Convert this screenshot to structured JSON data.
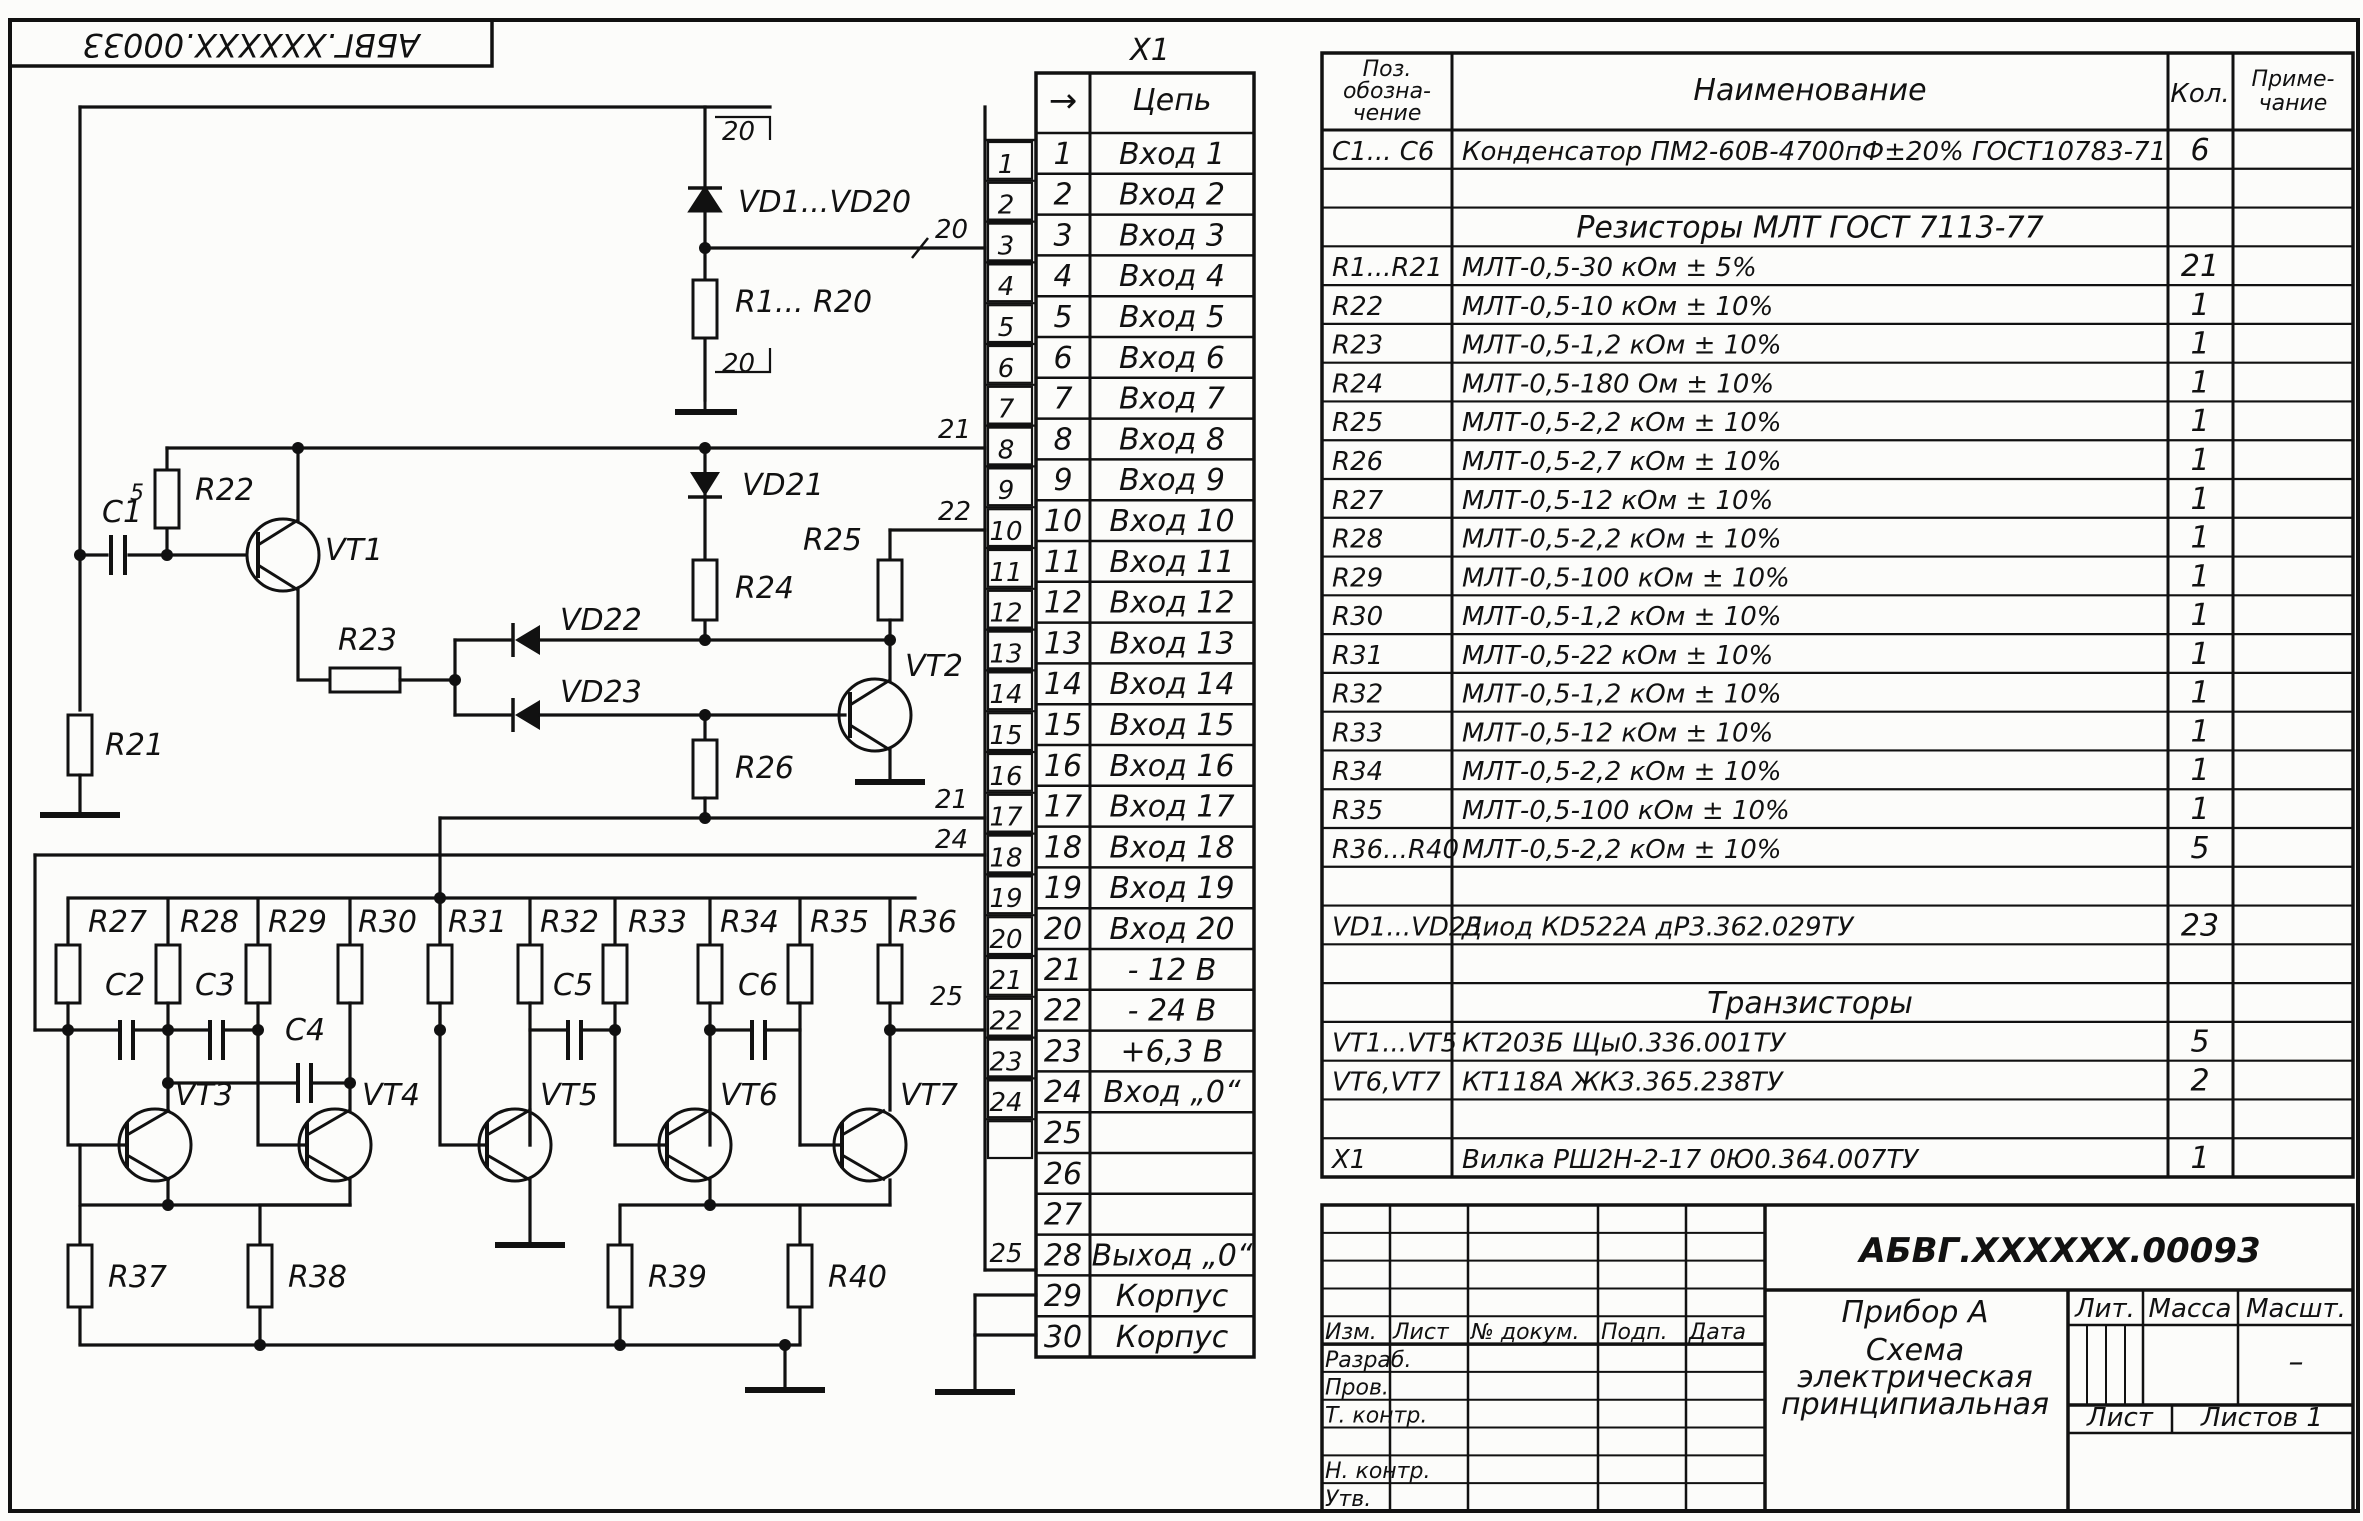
{
  "stamp_code": "АБВГ.XXXXXX.00033",
  "connector": {
    "title": "X1",
    "header_arrow": "→",
    "header_label": "Цепь",
    "rows": [
      {
        "n": "1",
        "label": "Вход 1"
      },
      {
        "n": "2",
        "label": "Вход 2"
      },
      {
        "n": "3",
        "label": "Вход 3"
      },
      {
        "n": "4",
        "label": "Вход 4"
      },
      {
        "n": "5",
        "label": "Вход 5"
      },
      {
        "n": "6",
        "label": "Вход 6"
      },
      {
        "n": "7",
        "label": "Вход 7"
      },
      {
        "n": "8",
        "label": "Вход 8"
      },
      {
        "n": "9",
        "label": "Вход 9"
      },
      {
        "n": "10",
        "label": "Вход 10"
      },
      {
        "n": "11",
        "label": "Вход 11"
      },
      {
        "n": "12",
        "label": "Вход 12"
      },
      {
        "n": "13",
        "label": "Вход 13"
      },
      {
        "n": "14",
        "label": "Вход 14"
      },
      {
        "n": "15",
        "label": "Вход 15"
      },
      {
        "n": "16",
        "label": "Вход 16"
      },
      {
        "n": "17",
        "label": "Вход 17"
      },
      {
        "n": "18",
        "label": "Вход 18"
      },
      {
        "n": "19",
        "label": "Вход 19"
      },
      {
        "n": "20",
        "label": "Вход 20"
      },
      {
        "n": "21",
        "label": "- 12 В"
      },
      {
        "n": "22",
        "label": "- 24 В"
      },
      {
        "n": "23",
        "label": "+6,3 В"
      },
      {
        "n": "24",
        "label": "Вход „0“"
      },
      {
        "n": "25",
        "label": ""
      },
      {
        "n": "26",
        "label": ""
      },
      {
        "n": "27",
        "label": ""
      },
      {
        "n": "28",
        "label": "Выход „0“"
      },
      {
        "n": "29",
        "label": "Корпус"
      },
      {
        "n": "30",
        "label": "Корпус"
      }
    ]
  },
  "bus_numbers": [
    "1",
    "2",
    "3",
    "4",
    "5",
    "6",
    "7",
    "8",
    "9",
    "10",
    "11",
    "12",
    "13",
    "14",
    "15",
    "16",
    "17",
    "18",
    "19",
    "20",
    "21",
    "22",
    "23",
    "24",
    "25"
  ],
  "schematic": {
    "labels": {
      "vd1": "VD1...VD20",
      "r1": "R1... R20",
      "n20a": "20",
      "n20b": "20",
      "n20c": "20",
      "vd21": "VD21",
      "vd22": "VD22",
      "vd23": "VD23",
      "r21": "R21",
      "r22": "R22",
      "r23": "R23",
      "r24": "R24",
      "r25": "R25",
      "r26": "R26",
      "c1": "C1",
      "c1sup": "5",
      "vt1": "VT1",
      "vt2": "VT2",
      "net21a": "21",
      "net22": "22",
      "net21b": "21",
      "net24": "24",
      "net25": "25",
      "r27": "R27",
      "r28": "R28",
      "r29": "R29",
      "r30": "R30",
      "r31": "R31",
      "r32": "R32",
      "r33": "R33",
      "r34": "R34",
      "r35": "R35",
      "r36": "R36",
      "c2": "C2",
      "c3": "C3",
      "c4": "C4",
      "c5": "C5",
      "c6": "C6",
      "vt3": "VT3",
      "vt4": "VT4",
      "vt5": "VT5",
      "vt6": "VT6",
      "vt7": "VT7",
      "r37": "R37",
      "r38": "R38",
      "r39": "R39",
      "r40": "R40"
    }
  },
  "bom": {
    "headers": {
      "pos": "Поз. обозна- чение",
      "name": "Наименование",
      "qty": "Кол.",
      "note": "Приме- чание"
    },
    "pos_lines": [
      "Поз.",
      "обозна-",
      "чение"
    ],
    "note_lines": [
      "Приме-",
      "чание"
    ],
    "rows": [
      {
        "pos": "C1... C6",
        "name": "Конденсатор ПМ2-60В-4700пФ±20% ГОСТ10783-71",
        "qty": "6"
      },
      {
        "pos": "",
        "name": "",
        "qty": ""
      },
      {
        "pos": "",
        "name": "Резисторы МЛТ ГОСТ 7113-77",
        "qty": "",
        "center": true
      },
      {
        "pos": "R1...R21",
        "name": "МЛТ-0,5-30 кОм ± 5%",
        "qty": "21"
      },
      {
        "pos": "R22",
        "name": "МЛТ-0,5-10 кОм ± 10%",
        "qty": "1"
      },
      {
        "pos": "R23",
        "name": "МЛТ-0,5-1,2 кОм ± 10%",
        "qty": "1"
      },
      {
        "pos": "R24",
        "name": "МЛТ-0,5-180 Ом ± 10%",
        "qty": "1"
      },
      {
        "pos": "R25",
        "name": "МЛТ-0,5-2,2 кОм ± 10%",
        "qty": "1"
      },
      {
        "pos": "R26",
        "name": "МЛТ-0,5-2,7 кОм ± 10%",
        "qty": "1"
      },
      {
        "pos": "R27",
        "name": "МЛТ-0,5-12 кОм ± 10%",
        "qty": "1"
      },
      {
        "pos": "R28",
        "name": "МЛТ-0,5-2,2 кОм ± 10%",
        "qty": "1"
      },
      {
        "pos": "R29",
        "name": "МЛТ-0,5-100 кОм ± 10%",
        "qty": "1"
      },
      {
        "pos": "R30",
        "name": "МЛТ-0,5-1,2 кОм ± 10%",
        "qty": "1"
      },
      {
        "pos": "R31",
        "name": "МЛТ-0,5-22 кОм ± 10%",
        "qty": "1"
      },
      {
        "pos": "R32",
        "name": "МЛТ-0,5-1,2 кОм ± 10%",
        "qty": "1"
      },
      {
        "pos": "R33",
        "name": "МЛТ-0,5-12 кОм ± 10%",
        "qty": "1"
      },
      {
        "pos": "R34",
        "name": "МЛТ-0,5-2,2 кОм ± 10%",
        "qty": "1"
      },
      {
        "pos": "R35",
        "name": "МЛТ-0,5-100 кОм ± 10%",
        "qty": "1"
      },
      {
        "pos": "R36...R40",
        "name": "МЛТ-0,5-2,2 кОм ± 10%",
        "qty": "5"
      },
      {
        "pos": "",
        "name": "",
        "qty": ""
      },
      {
        "pos": "VD1...VD23",
        "name": "Диод КD522А дР3.362.029ТУ",
        "qty": "23"
      },
      {
        "pos": "",
        "name": "",
        "qty": ""
      },
      {
        "pos": "",
        "name": "Транзисторы",
        "qty": "",
        "center": true
      },
      {
        "pos": "VT1...VT5",
        "name": "КТ203Б Щы0.336.001ТУ",
        "qty": "5"
      },
      {
        "pos": "VT6,VT7",
        "name": "КТ118А ЖК3.365.238ТУ",
        "qty": "2"
      },
      {
        "pos": "",
        "name": "",
        "qty": ""
      },
      {
        "pos": "X1",
        "name": "Вилка РШ2Н-2-17 0Ю0.364.007ТУ",
        "qty": "1"
      }
    ]
  },
  "title_block": {
    "doc_code": "АБВГ.XXXXXX.00093",
    "device": "Прибор А",
    "doc_type": [
      "Схема",
      "электрическая",
      "принципиальная"
    ],
    "col_headers": [
      "Изм.",
      "Лист",
      "№ докум.",
      "Подп.",
      "Дата"
    ],
    "roles": [
      "Разраб.",
      "Пров.",
      "Т. контр.",
      "",
      "Н. контр.",
      "Утв."
    ],
    "lit": "Лит.",
    "mass": "Масса",
    "scale": "Масшт.",
    "scale_value": "–",
    "sheet": "Лист",
    "sheets": "Листов 1"
  }
}
